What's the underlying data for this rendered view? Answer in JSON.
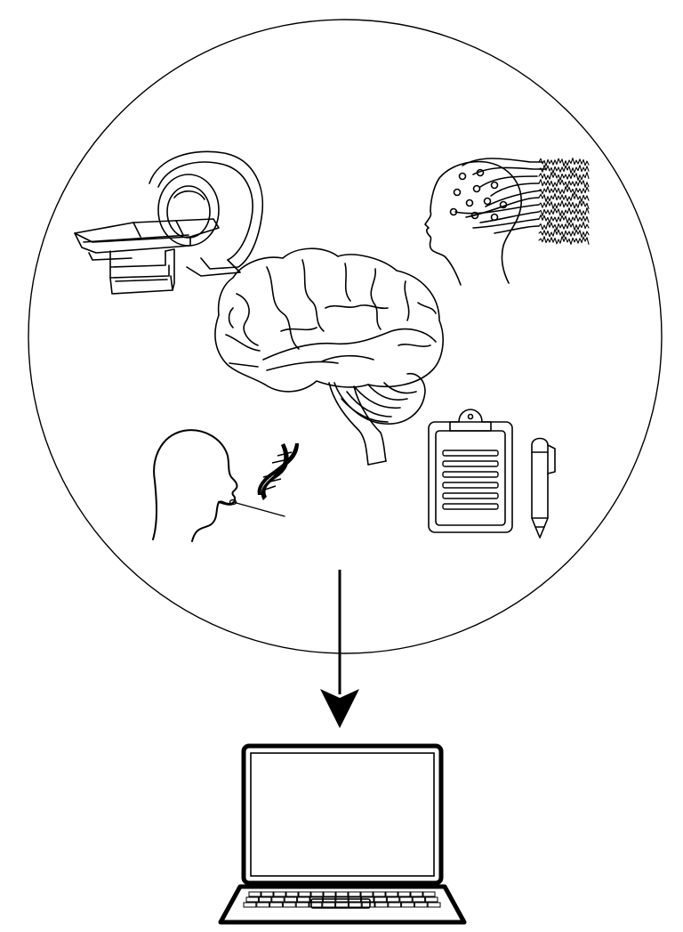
{
  "diagram": {
    "line_color": "#000000",
    "background": "#ffffff",
    "data_sources": [
      {
        "id": "mri-scanner",
        "icon": "mri-scanner-icon"
      },
      {
        "id": "eeg-head",
        "icon": "eeg-head-icon"
      },
      {
        "id": "brain",
        "icon": "brain-icon"
      },
      {
        "id": "saliva-dna-sample",
        "icon": "saliva-swab-icon"
      },
      {
        "id": "dna-helix",
        "icon": "dna-helix-icon"
      },
      {
        "id": "clipboard-questionnaire",
        "icon": "clipboard-icon"
      },
      {
        "id": "pen",
        "icon": "pen-icon"
      }
    ],
    "flow": {
      "from": "data-sources-circle",
      "to": "laptop",
      "icon": "down-arrow-icon"
    },
    "destination": {
      "id": "laptop",
      "icon": "laptop-icon"
    }
  }
}
